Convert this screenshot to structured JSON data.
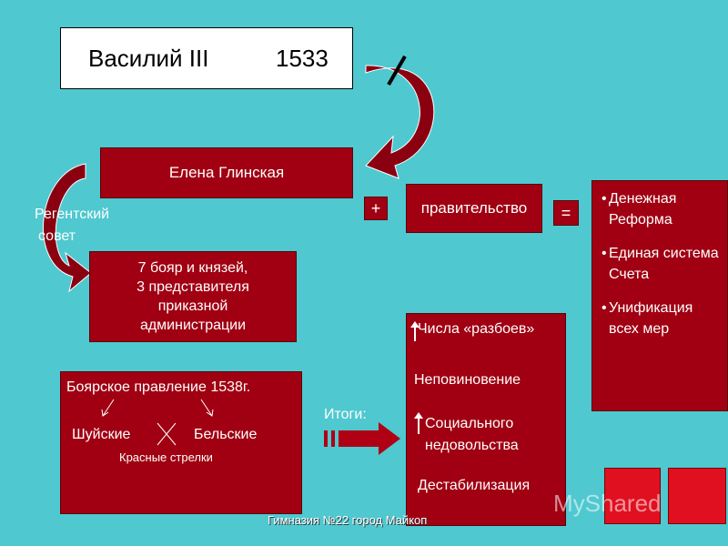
{
  "title": {
    "name": "Василий III",
    "year": "1533"
  },
  "elena": "Елена Глинская",
  "plus": "+",
  "government": "правительство",
  "equals": "=",
  "reforms": [
    "Денежная Реформа",
    "Единая система Счета",
    "Унификация всех мер"
  ],
  "regency": {
    "line1": "Регентский",
    "line2": "совет"
  },
  "boyars": [
    "7 бояр и князей,",
    "3 представителя",
    "приказной",
    "администрации"
  ],
  "boyar_rule": {
    "title": "Боярское правление 1538г.",
    "shuisky": "Шуйские",
    "belsky": "Бельские",
    "red_arrows": "Красные стрелки"
  },
  "results_label": "Итоги:",
  "outcomes": [
    "Числа «разбоев»",
    "Неповиновение",
    "Социального",
    "недовольства",
    "Дестабилизация"
  ],
  "footer": "Гимназия №22 город Майкоп",
  "watermark": "MyShared",
  "colors": {
    "background": "#4fc8d0",
    "box": "#a00012",
    "arrow": "#8a0010",
    "nav": "#e01020"
  }
}
